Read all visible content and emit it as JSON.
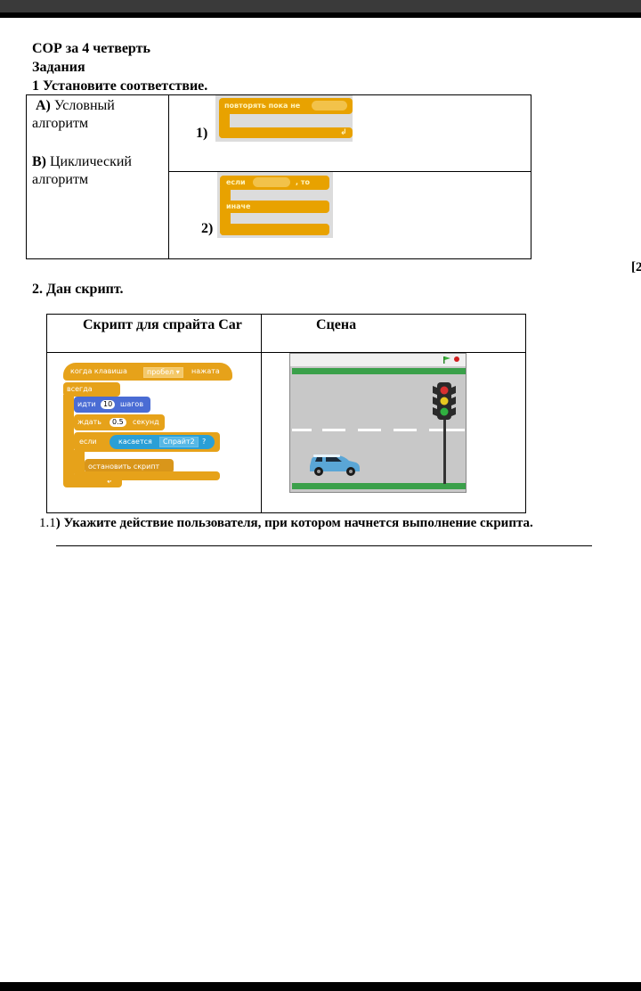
{
  "header": {
    "title": "СОР за 4 четверть",
    "tasks_label": "Задания",
    "q1": "1 Установите соответствие.",
    "margin_mark": "[2"
  },
  "q1_table": {
    "optionA_letter": "А)",
    "optionA_text": "Условный алгоритм",
    "optionB_letter": "В)",
    "optionB_text": "Циклический алгоритм",
    "num1": "1)",
    "num2": "2)",
    "block1_text": "повторять пока не",
    "block2_if": "если",
    "block2_then": ", то",
    "block2_else": "иначе"
  },
  "q2": {
    "title": "2. Дан скрипт.",
    "col1_header": "Скрипт для спрайта Car",
    "col2_header": "Сцена",
    "script": {
      "hat_pre": "когда клавиша",
      "key": "пробел",
      "hat_post": "нажата",
      "forever": "всегда",
      "move_pre": "идти",
      "move_val": "10",
      "move_post": "шагов",
      "wait_pre": "ждать",
      "wait_val": "0.5",
      "wait_post": "секунд",
      "if_label": "если",
      "touching": "касается",
      "sprite": "Спрайт2",
      "question": "?",
      "stop": "остановить скрипт"
    }
  },
  "q1_1": {
    "number": "1.1",
    "text": ") Укажите действие пользователя, при котором начнется выполнение скрипта."
  },
  "colors": {
    "control": "#e8a200",
    "motion": "#4a6cd4",
    "sensing": "#2a9fd6",
    "grass": "#3aa04a",
    "road": "#c8c8c8"
  }
}
